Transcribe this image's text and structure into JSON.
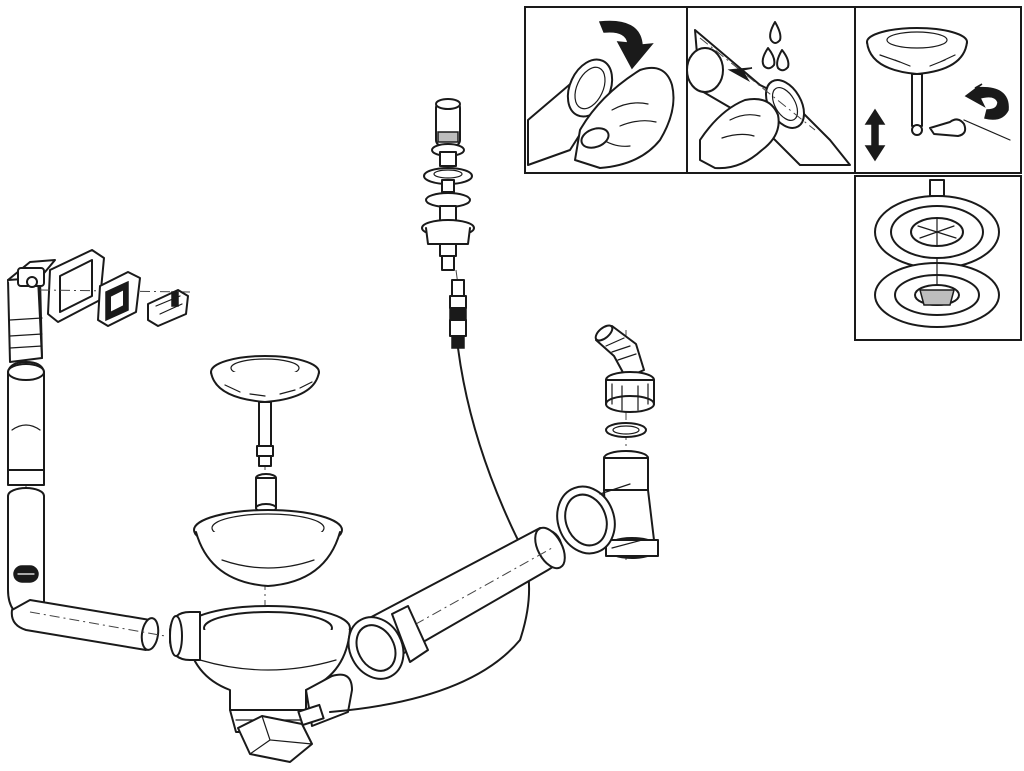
{
  "diagram": {
    "kind": "exploded-assembly",
    "colors": {
      "line": "#1a1a1a",
      "background": "#ffffff",
      "shade": "#bdbdbd"
    },
    "parts": [
      "overflow-housing",
      "overflow-cover",
      "overflow-trim-ring",
      "overflow-clip",
      "overflow-pipe",
      "overflow-hose",
      "strainer-basket",
      "strainer-spindle",
      "drain-flange",
      "drain-body",
      "pop-up-knob",
      "bowden-cable",
      "branch-pipe",
      "siphon-adapter",
      "siphon-ring",
      "siphon-elbow",
      "siphon-tee"
    ],
    "steps": [
      {
        "id": "step-1",
        "icon": "rotate-arrow-icon"
      },
      {
        "id": "step-2",
        "icon": "water-drops-icon"
      },
      {
        "id": "step-3",
        "icon": "adjust-arrow-icon"
      },
      {
        "id": "step-4",
        "icon": "installed-strainer"
      }
    ]
  }
}
